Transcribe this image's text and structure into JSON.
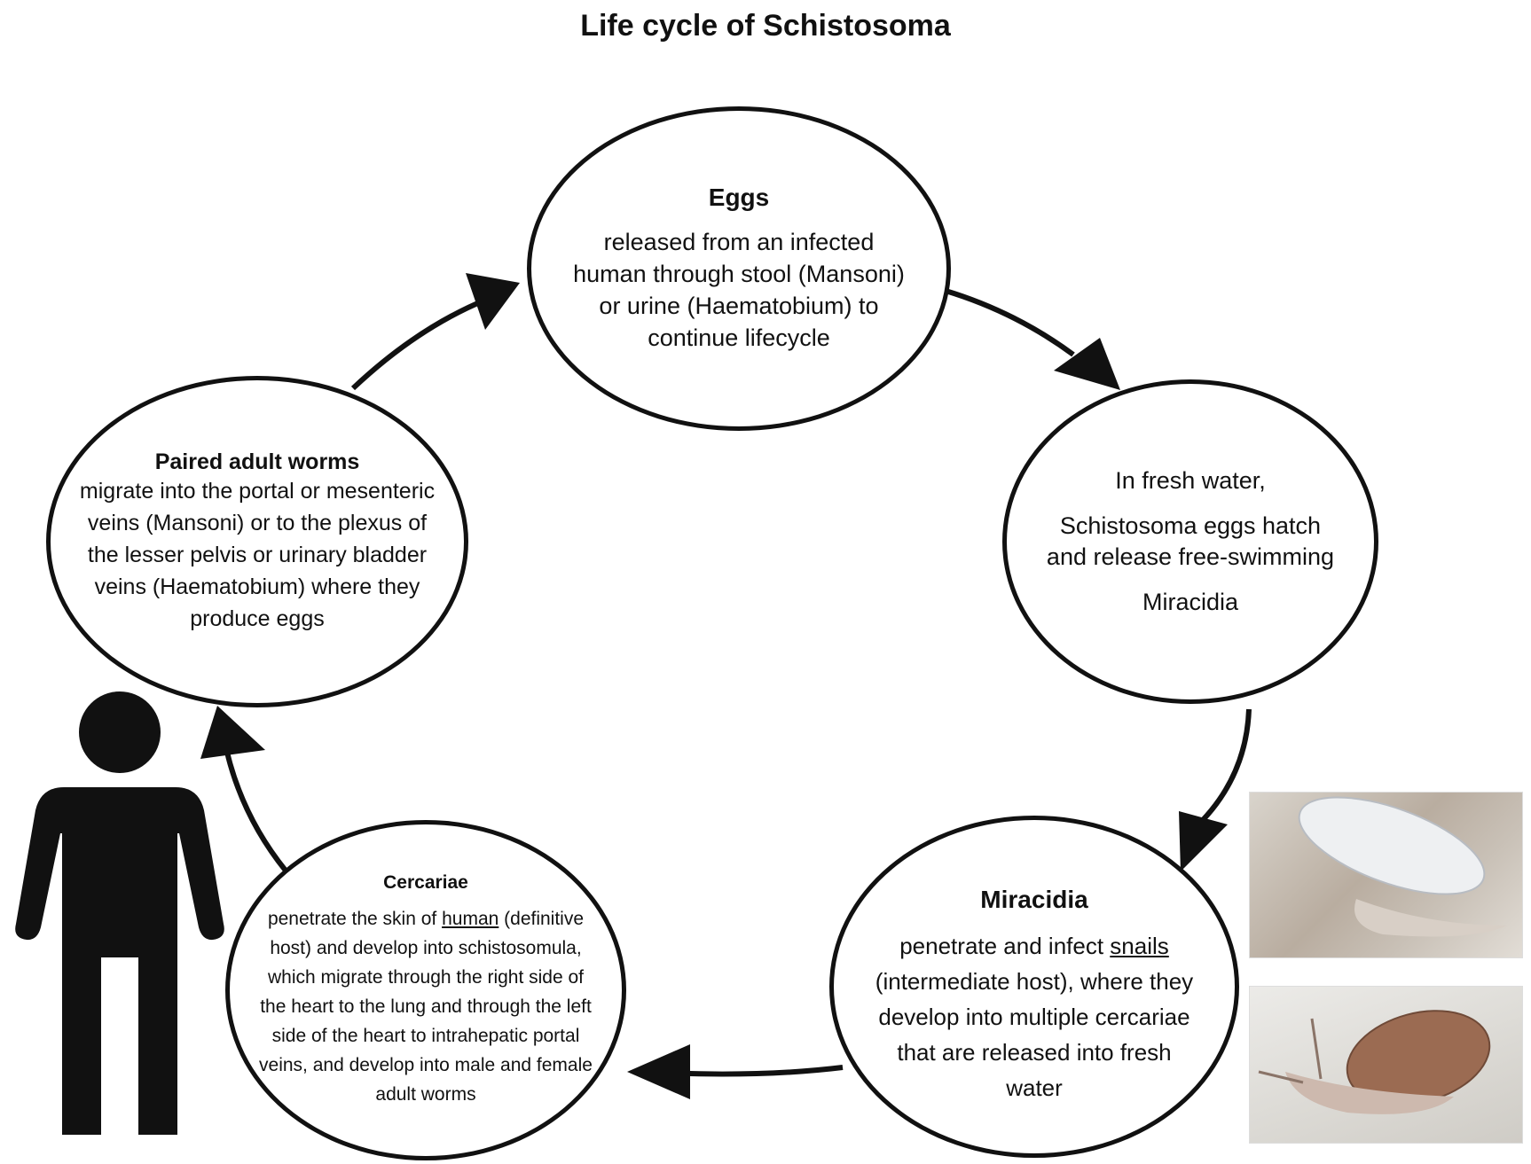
{
  "title": "Life cycle of Schistosoma",
  "nodes": {
    "eggs": {
      "heading": "Eggs",
      "text": "released from an infected human through stool (Mansoni) or urine (Haematobium) to continue lifecycle"
    },
    "fresh_water": {
      "line1": "In fresh water,",
      "line2": "Schistosoma eggs hatch and release free-swimming",
      "line3": "Miracidia"
    },
    "miracidia": {
      "heading": "Miracidia",
      "text_before": "penetrate and infect",
      "underlined": "snails",
      "text_after": "(intermediate host), where they develop into multiple cercariae that are released into fresh water"
    },
    "cercariae": {
      "heading": "Cercariae",
      "text_before": "penetrate the skin of",
      "underlined": "human",
      "text_after": "(definitive host) and develop into schistosomula, which migrate through the right side of the heart to the lung and through the left side of the heart to intrahepatic portal veins, and develop into male and female adult worms"
    },
    "adult_worms": {
      "heading": "Paired adult worms",
      "text": "migrate into the portal or mesenteric veins (Mansoni) or to the plexus of the lesser pelvis or urinary bladder veins (Haematobium) where they produce eggs"
    }
  },
  "colors": {
    "outline": "#111111",
    "background": "#ffffff"
  }
}
